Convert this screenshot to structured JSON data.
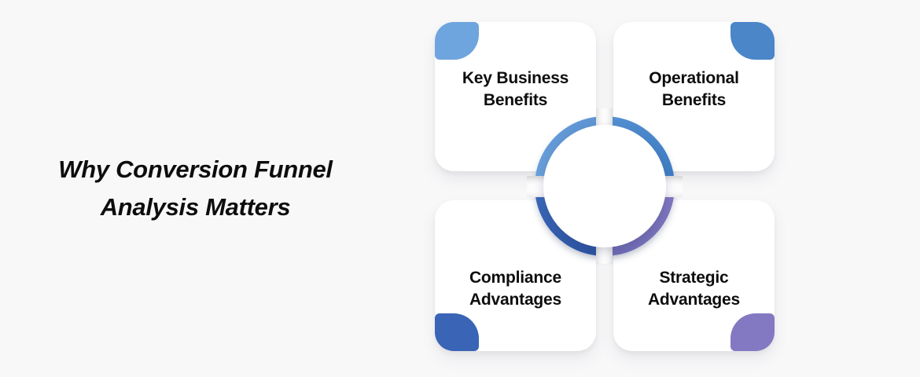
{
  "page": {
    "background_color": "#F8F8F9",
    "title": "Why Conversion Funnel\nAnalysis Matters",
    "title_color": "#0D0D0E"
  },
  "cards": [
    {
      "label": "Key Business\nBenefits",
      "accent_corner": "top-left",
      "accent_color": "#6FA5DE"
    },
    {
      "label": "Operational\nBenefits",
      "accent_corner": "top-right",
      "accent_color": "#4B86C8"
    },
    {
      "label": "Compliance\nAdvantages",
      "accent_corner": "bottom-left",
      "accent_color": "#3A64B5"
    },
    {
      "label": "Strategic\nAdvantages",
      "accent_corner": "bottom-right",
      "accent_color": "#8379C2"
    }
  ],
  "ring": {
    "colors": {
      "ne_start": "#5390D1",
      "ne_end": "#3E7CC3",
      "se_start": "#8177C0",
      "se_end": "#6E6AB5",
      "sw_start": "#2B52A3",
      "sw_end": "#3A69BA",
      "nw_start": "#69A0DB",
      "nw_end": "#5E94D2"
    },
    "center_color": "#FFFFFF"
  }
}
